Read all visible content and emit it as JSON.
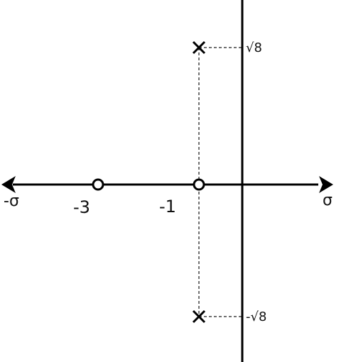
{
  "diagram": {
    "axes": {
      "negative_sigma_label": "-σ",
      "positive_sigma_label": "σ"
    },
    "ticks": {
      "minus_three": "-3",
      "minus_one": "-1"
    },
    "pole_labels": {
      "upper": "√8",
      "lower": "-√8"
    },
    "markers": {
      "zeros": [
        {
          "label": "-3"
        },
        {
          "label": "-1"
        }
      ],
      "poles": [
        {
          "label": "√8"
        },
        {
          "label": "-√8"
        }
      ]
    }
  }
}
